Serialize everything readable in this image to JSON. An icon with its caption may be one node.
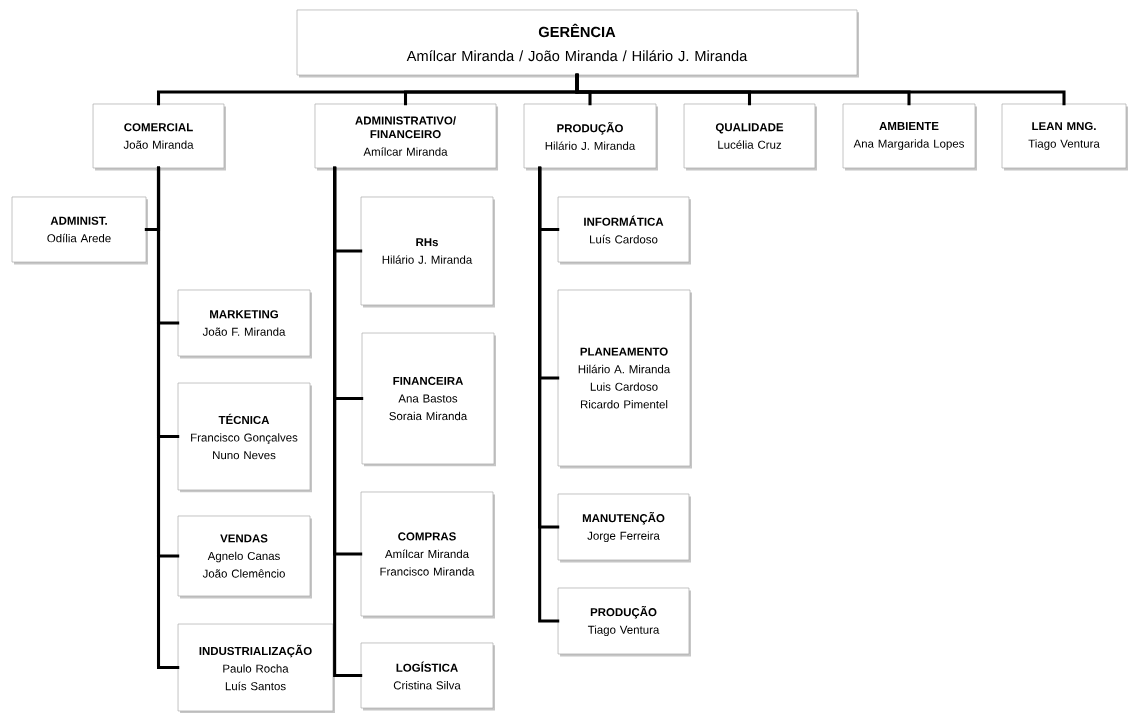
{
  "diagram": {
    "nodes": [
      {
        "text": [
          "GERÊNCIA",
          "Amílcar Miranda / João Miranda / Hilário J. Miranda"
        ]
      },
      {
        "text": [
          "COMERCIAL",
          "João Miranda"
        ]
      },
      {
        "text": [
          "ADMINISTRATIVO/ FINANCEIRO",
          "Amílcar Miranda"
        ]
      },
      {
        "text": [
          "PRODUÇÃO",
          "Hilário J. Miranda"
        ]
      },
      {
        "text": [
          "QUALIDADE",
          "Lucélia Cruz"
        ]
      },
      {
        "text": [
          "AMBIENTE",
          "Ana Margarida Lopes"
        ]
      },
      {
        "text": [
          "LEAN MNG.",
          "Tiago Ventura"
        ]
      },
      {
        "text": [
          "ADMINIST.",
          "Odília Arede"
        ]
      },
      {
        "text": [
          "MARKETING",
          "João F. Miranda"
        ]
      },
      {
        "text": [
          "TÉCNICA",
          "Francisco Gonçalves",
          "Nuno Neves"
        ]
      },
      {
        "text": [
          "VENDAS",
          "Agnelo Canas",
          "João Clemêncio"
        ]
      },
      {
        "text": [
          "INDUSTRIALIZAÇÃO",
          "Paulo Rocha",
          "Luís Santos"
        ]
      },
      {
        "text": [
          "RHs",
          "Hilário J. Miranda"
        ]
      },
      {
        "text": [
          "FINANCEIRA",
          "Ana Bastos",
          "Soraia Miranda"
        ]
      },
      {
        "text": [
          "COMPRAS",
          "Amílcar Miranda",
          "Francisco Miranda"
        ]
      },
      {
        "text": [
          "LOGÍSTICA",
          "Cristina Silva"
        ]
      },
      {
        "text": [
          "INFORMÁTICA",
          "Luís Cardoso"
        ]
      },
      {
        "text": [
          "PLANEAMENTO",
          "Hilário A. Miranda",
          "Luis Cardoso",
          "Ricardo Pimentel"
        ]
      },
      {
        "text": [
          "MANUTENÇÃO",
          "Jorge Ferreira"
        ]
      },
      {
        "text": [
          "PRODUÇÃO",
          "Tiago Ventura"
        ]
      }
    ],
    "edges": [
      {
        "from": 0,
        "to": 1,
        "arrow": "none"
      },
      {
        "from": 0,
        "to": 2,
        "arrow": "none"
      },
      {
        "from": 0,
        "to": 3,
        "arrow": "none"
      },
      {
        "from": 0,
        "to": 4,
        "arrow": "none"
      },
      {
        "from": 0,
        "to": 5,
        "arrow": "none"
      },
      {
        "from": 0,
        "to": 6,
        "arrow": "none"
      },
      {
        "from": 1,
        "to": 7,
        "arrow": "none"
      },
      {
        "from": 1,
        "to": 8,
        "arrow": "none"
      },
      {
        "from": 1,
        "to": 9,
        "arrow": "none"
      },
      {
        "from": 1,
        "to": 10,
        "arrow": "none"
      },
      {
        "from": 1,
        "to": 11,
        "arrow": "none"
      },
      {
        "from": 2,
        "to": 12,
        "arrow": "none"
      },
      {
        "from": 2,
        "to": 13,
        "arrow": "none"
      },
      {
        "from": 2,
        "to": 14,
        "arrow": "none"
      },
      {
        "from": 2,
        "to": 15,
        "arrow": "none"
      },
      {
        "from": 3,
        "to": 16,
        "arrow": "none"
      },
      {
        "from": 3,
        "to": 17,
        "arrow": "none"
      },
      {
        "from": 3,
        "to": 18,
        "arrow": "none"
      },
      {
        "from": 3,
        "to": 19,
        "arrow": "none"
      }
    ]
  }
}
